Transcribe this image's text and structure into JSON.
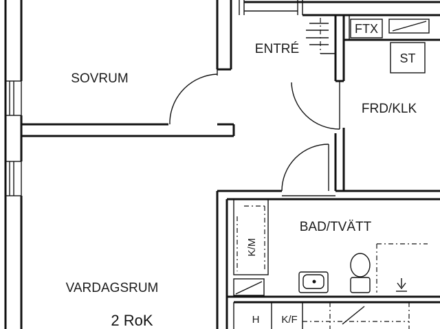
{
  "plan": {
    "rooms": {
      "sovrum": "SOVRUM",
      "entre": "ENTRÉ",
      "frd_klk": "FRD/KLK",
      "bad_tvatt": "BAD/TVÄTT",
      "vardagsrum": "VARDAGSRUM"
    },
    "fixtures": {
      "ftx": "FTX",
      "st": "ST",
      "km": "K/M",
      "h": "H",
      "kf": "K/F"
    },
    "apartment_type": "2 RoK"
  }
}
